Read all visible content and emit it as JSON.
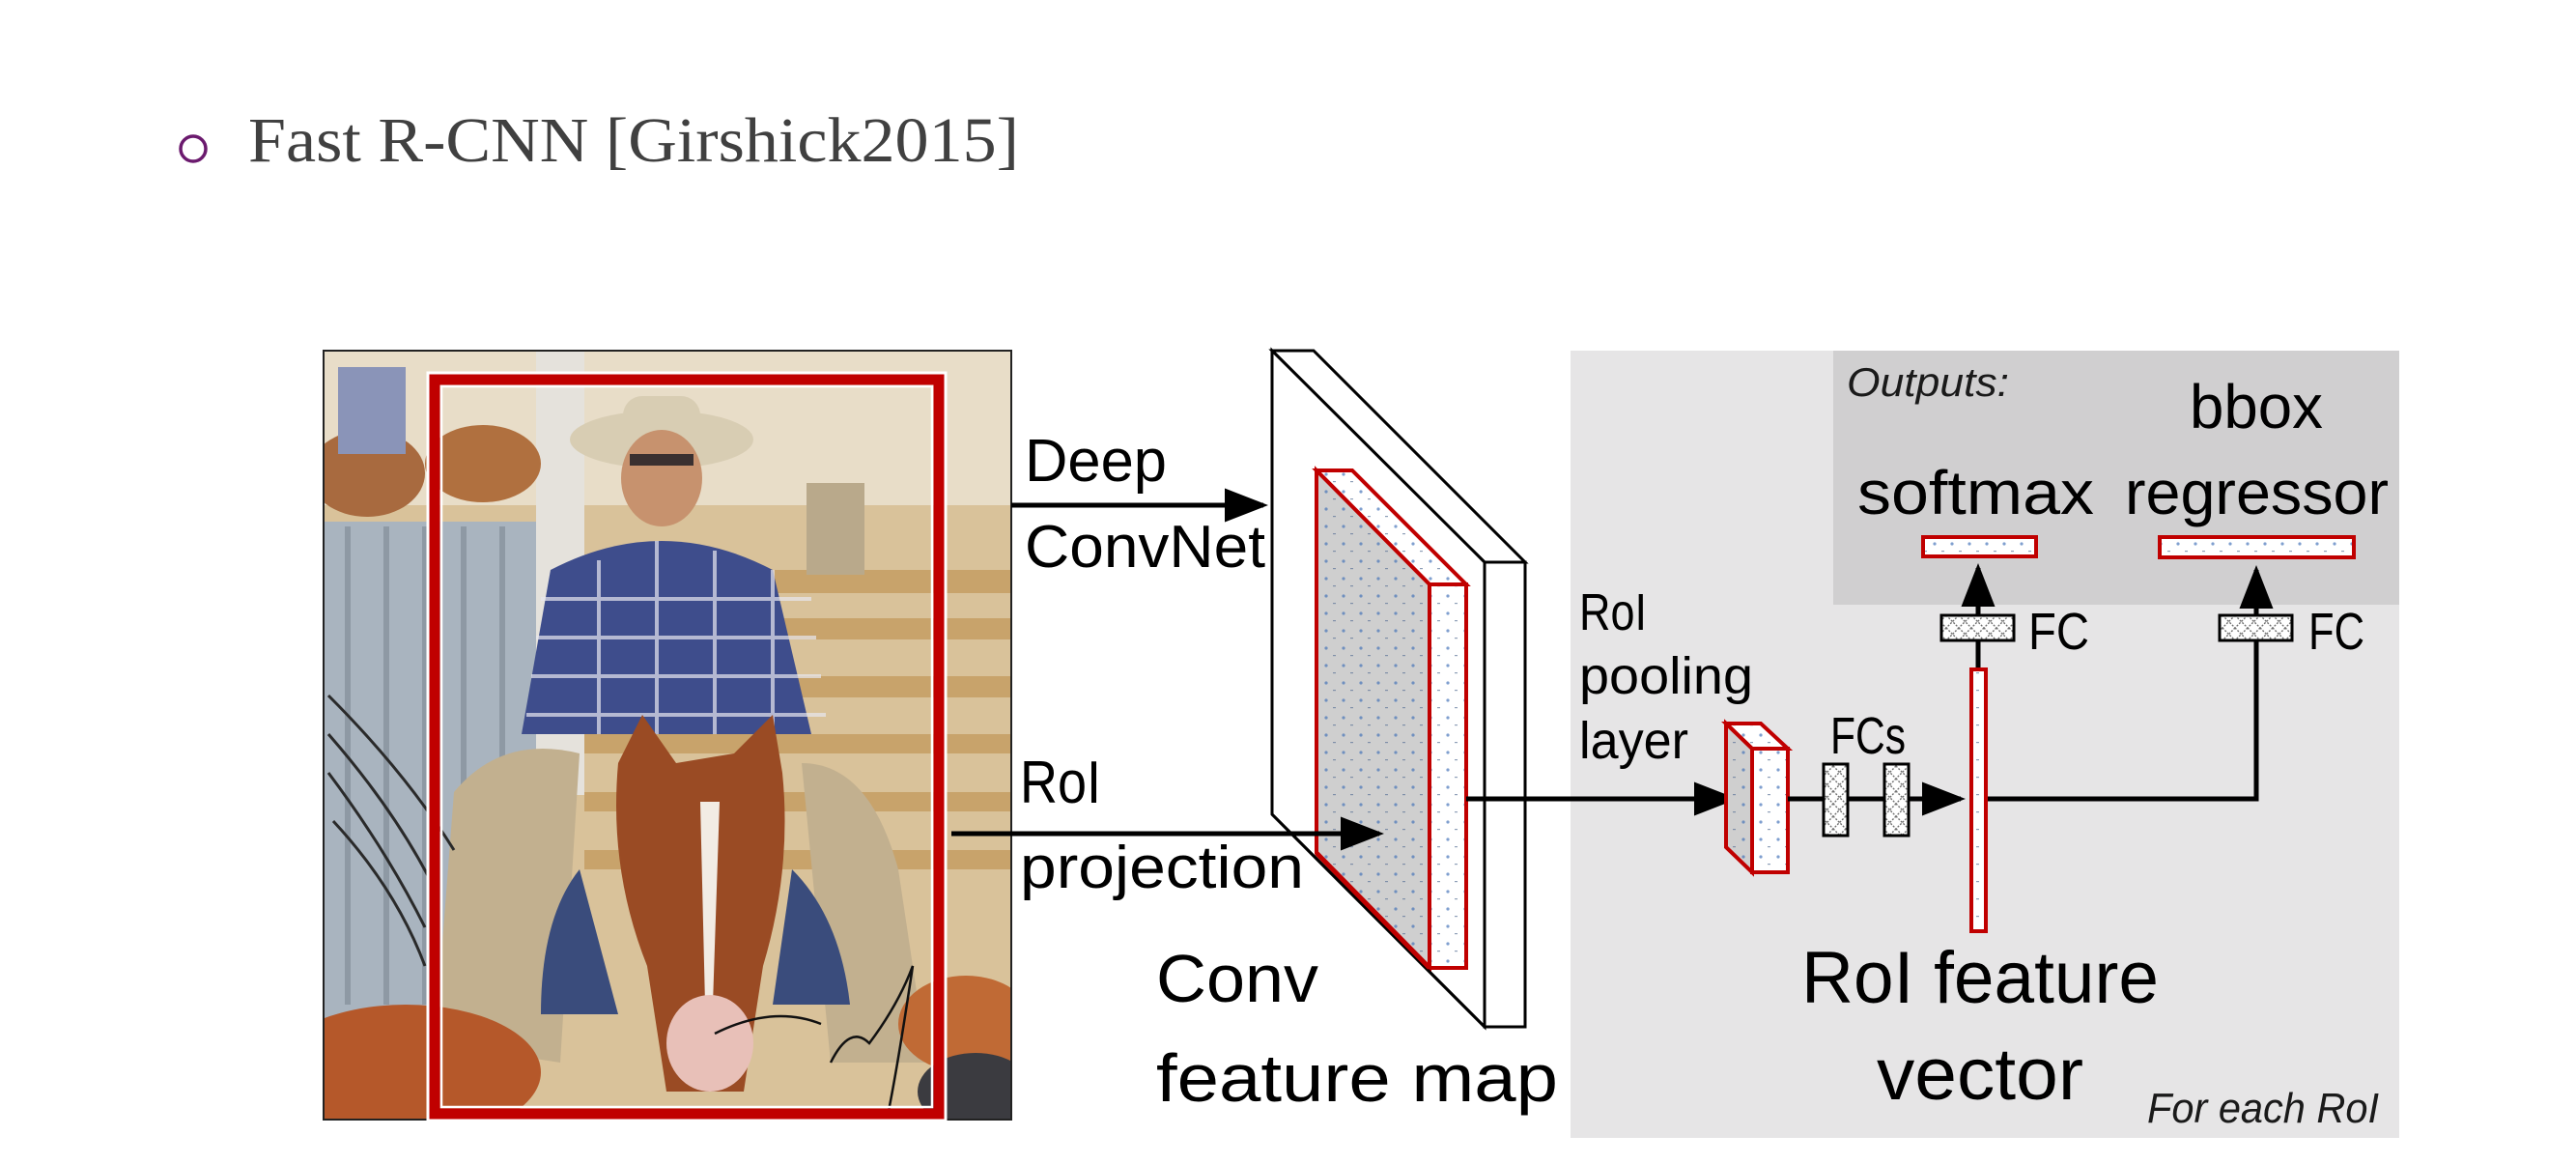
{
  "slide": {
    "bullet_color": "#6b1a6e",
    "title": "Fast R-CNN [Girshick2015]"
  },
  "diagram": {
    "accent_red": "#c00000",
    "panel_light": "#e6e5e6",
    "panel_dark": "#d0cfd0",
    "photo": {
      "description": "Photo of a cowgirl in a plaid shirt and cowboy hat riding a chestnut horse, with an RoI bounding box drawn around rider and horse",
      "icon": "photo-image"
    },
    "labels": {
      "deep_line1": "Deep",
      "deep_line2": "ConvNet",
      "roi_proj_line1": "RoI",
      "roi_proj_line2": "projection",
      "conv_line1": "Conv",
      "conv_line2": "feature map",
      "pool_line1": "RoI",
      "pool_line2": "pooling",
      "pool_line3": "layer",
      "fcs": "FCs",
      "outputs": "Outputs:",
      "softmax": "softmax",
      "bbox_line1": "bbox",
      "bbox_line2": "regressor",
      "fc_softmax": "FC",
      "fc_bbox": "FC",
      "vector_line1": "RoI feature",
      "vector_line2": "vector",
      "for_each": "For each RoI"
    }
  }
}
